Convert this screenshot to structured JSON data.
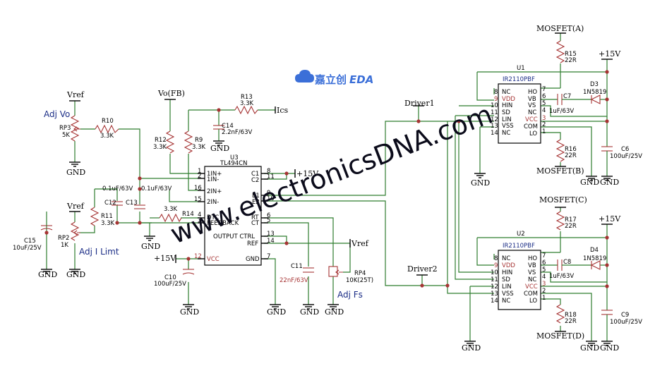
{
  "watermark": "www.electronicsDNA.com",
  "logo": {
    "text": "嘉立创",
    "eda": "EDA"
  },
  "colors": {
    "wire": "#2f7d2f",
    "part": "#a63434",
    "pin": "#a63434",
    "text": "#000000",
    "label_blue": "#1b2d86"
  },
  "nets": {
    "vref1": "Vref",
    "vref2": "Vref",
    "vref3": "Vref",
    "vofb": "Vo(FB)",
    "ics": "Ics",
    "p15_a": "+15V",
    "p15_b": "+15V",
    "p15_c": "+15V",
    "p15_d": "+15V",
    "driver1": "Driver1",
    "driver2": "Driver2",
    "mosfet_a": "MOSFET(A)",
    "mosfet_b": "MOSFET(B)",
    "mosfet_c": "MOSFET(C)",
    "mosfet_d": "MOSFET(D)",
    "gnd": "GND"
  },
  "controls": {
    "adj_vo": "Adj Vo",
    "adj_i": "Adj I Limt",
    "adj_fs": "Adj Fs"
  },
  "components": {
    "rp3": {
      "ref": "RP3",
      "val": "5K"
    },
    "r10": {
      "ref": "R10",
      "val": "3.3K"
    },
    "r11": {
      "ref": "R11",
      "val": "3.3K"
    },
    "rp2": {
      "ref": "RP2",
      "val": "1K"
    },
    "c15": {
      "ref": "C15",
      "val": "10uF/25V"
    },
    "c12": {
      "ref": "C12",
      "val": "0.1uF/63V"
    },
    "c13": {
      "ref": "C13",
      "val": "0.1uF/63V"
    },
    "r12": {
      "ref": "R12",
      "val": "3.3K"
    },
    "r9": {
      "ref": "R9",
      "val": "3.3K"
    },
    "r13": {
      "ref": "R13",
      "val": "3.3K"
    },
    "c14": {
      "ref": "C14",
      "val": "2.2nF/63V"
    },
    "r14": {
      "ref": "R14",
      "val": "3.3K"
    },
    "c10": {
      "ref": "C10",
      "val": "100uF/25V"
    },
    "c11": {
      "ref": "C11",
      "val": "22nF/63V"
    },
    "rp4": {
      "ref": "RP4",
      "val": "10K(25T)"
    },
    "u3": {
      "ref": "U3",
      "val": "TL494CN"
    },
    "u1": {
      "ref": "U1",
      "val": "IR2110PBF"
    },
    "u2": {
      "ref": "U2",
      "val": "IR2110PBF"
    },
    "r15": {
      "ref": "R15",
      "val": "22R"
    },
    "r16": {
      "ref": "R16",
      "val": "22R"
    },
    "r17": {
      "ref": "R17",
      "val": "22R"
    },
    "r18": {
      "ref": "R18",
      "val": "22R"
    },
    "c7": {
      "ref": "C7",
      "val": "1uF/63V"
    },
    "c8": {
      "ref": "C8",
      "val": "1uF/63V"
    },
    "d3": {
      "ref": "D3",
      "val": "1N5819"
    },
    "d4": {
      "ref": "D4",
      "val": "1N5819"
    },
    "c6": {
      "ref": "C6",
      "val": "100uF/25V"
    },
    "c9": {
      "ref": "C9",
      "val": "100uF/25V"
    }
  },
  "tl494": {
    "left": [
      {
        "num": "1",
        "name": "1IN+"
      },
      {
        "num": "2",
        "name": "1IN-"
      },
      {
        "num": "16",
        "name": "2IN+"
      },
      {
        "num": "15",
        "name": "2IN-"
      },
      {
        "num": "4",
        "name": "DTC"
      },
      {
        "num": "3",
        "name": "FEEDBACK"
      },
      {
        "num": "12",
        "name": "VCC"
      }
    ],
    "right": [
      {
        "num": "8",
        "name": "C1"
      },
      {
        "num": "11",
        "name": "C2"
      },
      {
        "num": "9",
        "name": "E1"
      },
      {
        "num": "10",
        "name": "E2"
      },
      {
        "num": "6",
        "name": "RT"
      },
      {
        "num": "5",
        "name": "CT"
      },
      {
        "num": "13",
        "name": "OUTPUT CTRL"
      },
      {
        "num": "14",
        "name": "REF"
      },
      {
        "num": "7",
        "name": "GND"
      }
    ]
  },
  "ir2110": {
    "left": [
      {
        "num": "8",
        "name": "NC"
      },
      {
        "num": "9",
        "name": "VDD"
      },
      {
        "num": "10",
        "name": "HIN"
      },
      {
        "num": "11",
        "name": "SD"
      },
      {
        "num": "12",
        "name": "LIN"
      },
      {
        "num": "13",
        "name": "VSS"
      },
      {
        "num": "14",
        "name": "NC"
      }
    ],
    "right": [
      {
        "num": "7",
        "name": "HO"
      },
      {
        "num": "6",
        "name": "VB"
      },
      {
        "num": "5",
        "name": "VS"
      },
      {
        "num": "4",
        "name": "NC"
      },
      {
        "num": "3",
        "name": "VCC"
      },
      {
        "num": "2",
        "name": "COM"
      },
      {
        "num": "1",
        "name": "LO"
      }
    ]
  }
}
